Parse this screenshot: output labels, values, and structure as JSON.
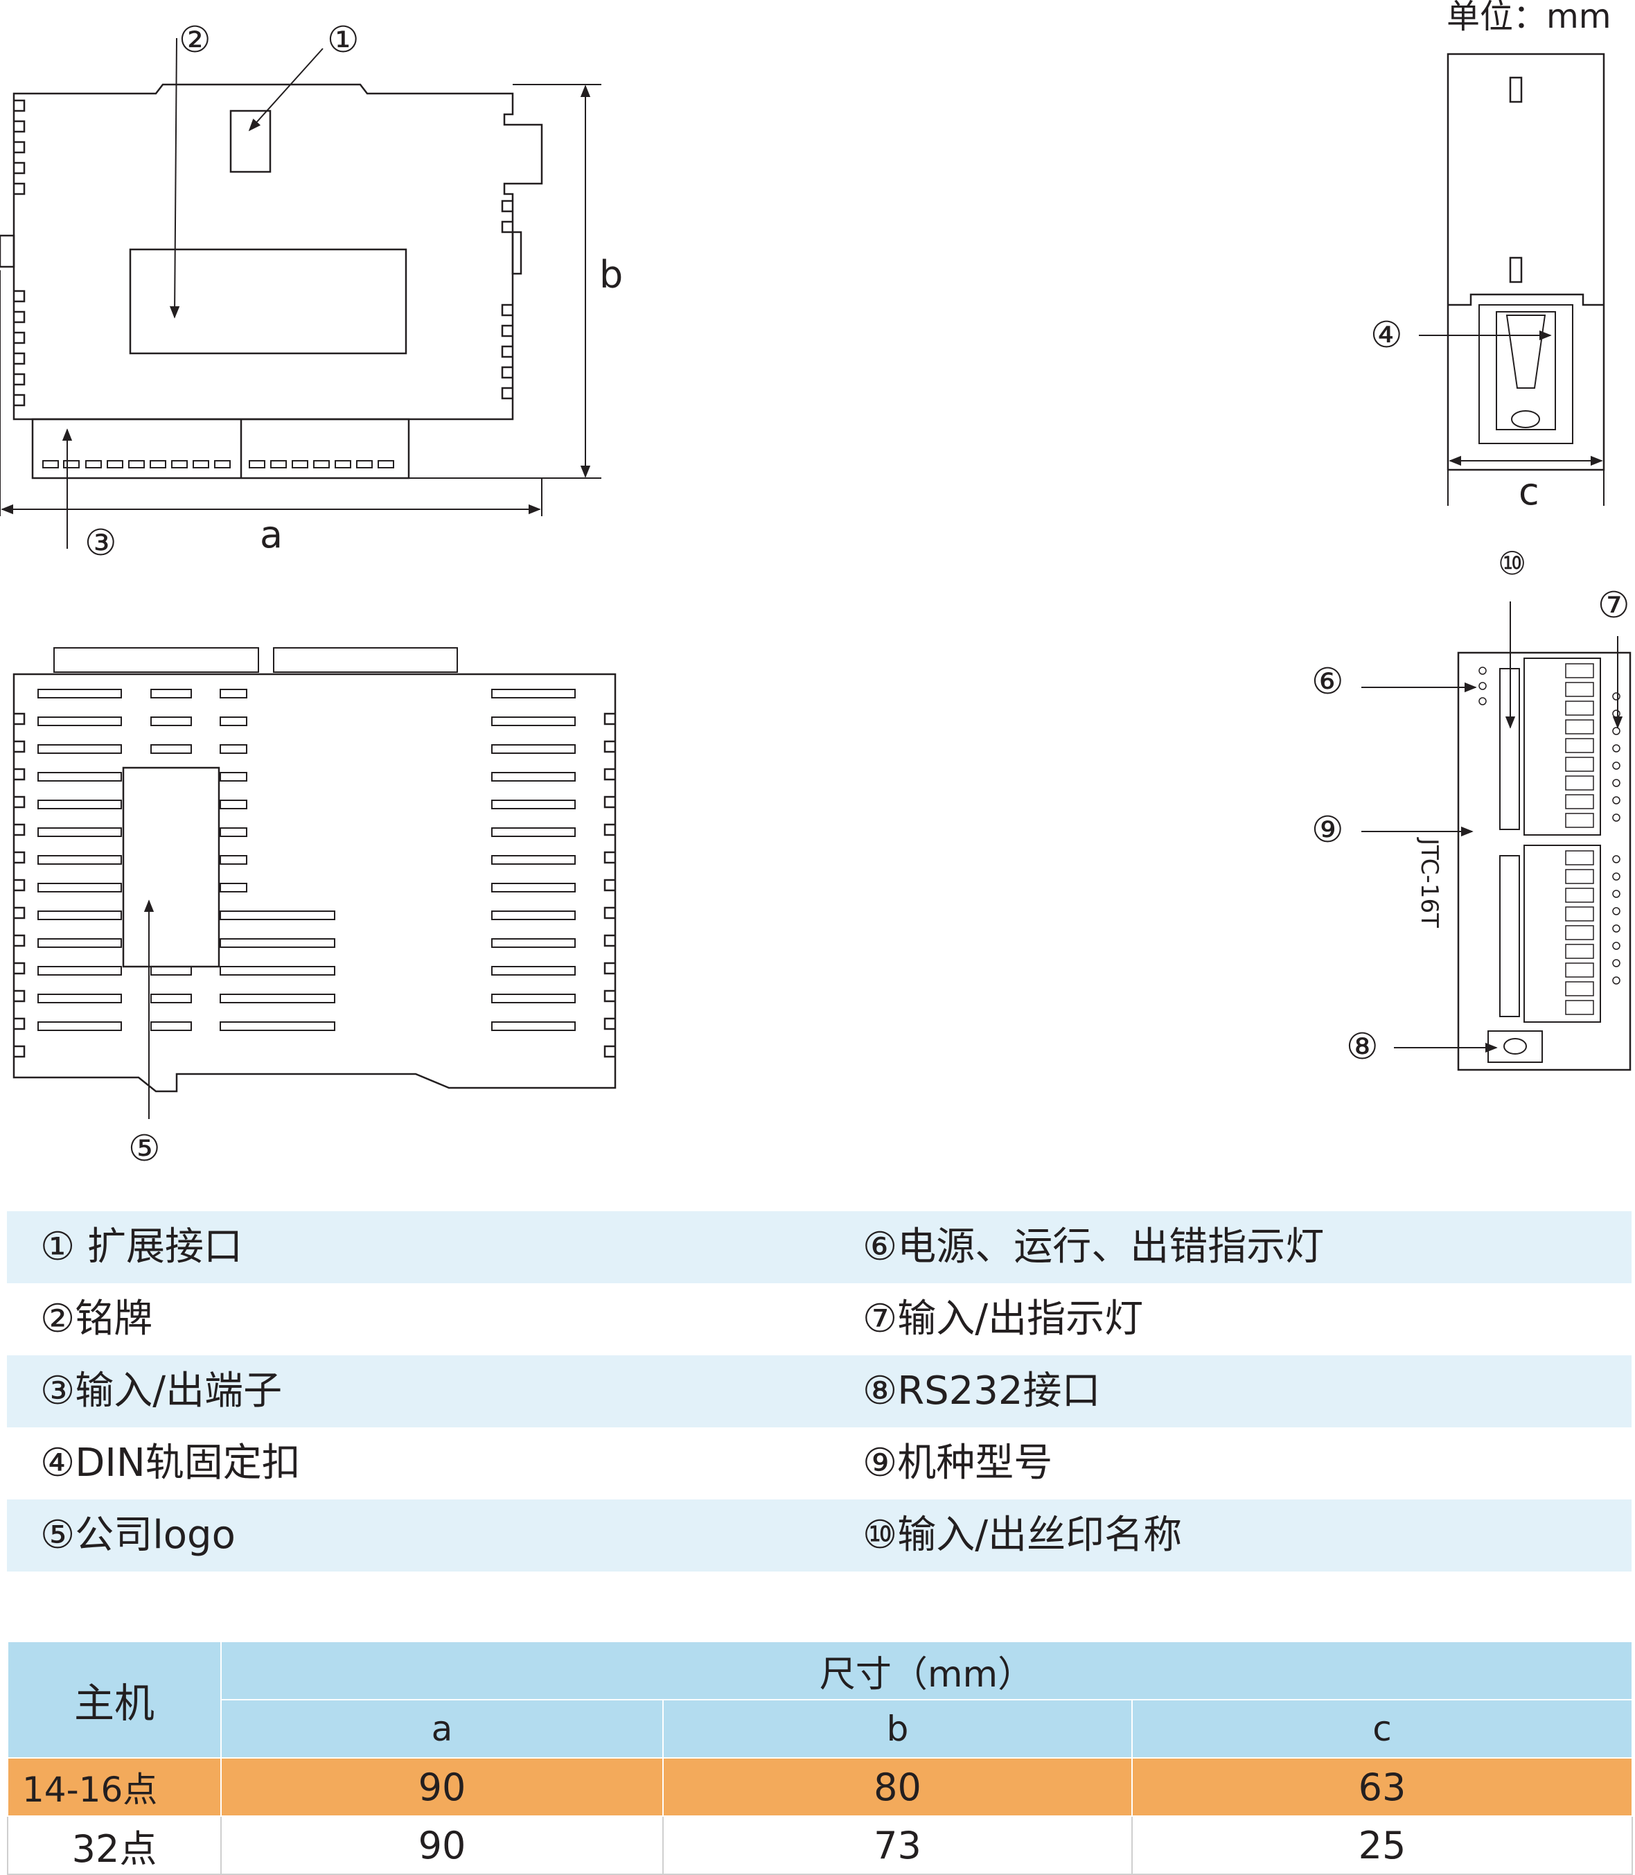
{
  "unit_label": "单位：mm",
  "dimensions": {
    "a": "a",
    "b": "b",
    "c": "c"
  },
  "callouts": {
    "n1": "①",
    "n2": "②",
    "n3": "③",
    "n4": "④",
    "n5": "⑤",
    "n6": "⑥",
    "n7": "⑦",
    "n8": "⑧",
    "n9": "⑨",
    "n10": "⑩"
  },
  "model_text": "JTC-16T",
  "legend": [
    {
      "left": "① 扩展接口",
      "right": "⑥电源、运行、出错指示灯"
    },
    {
      "left": "②铭牌",
      "right": "⑦输入/出指示灯"
    },
    {
      "left": "③输入/出端子",
      "right": "⑧RS232接口"
    },
    {
      "left": "④DIN轨固定扣",
      "right": "⑨机种型号"
    },
    {
      "left": "⑤公司logo",
      "right": "⑩输入/出丝印名称"
    }
  ],
  "table": {
    "host_header": "主机",
    "size_header": "尺寸（mm）",
    "cols": [
      "a",
      "b",
      "c"
    ],
    "rows": [
      {
        "label": "14-16点",
        "a": "90",
        "b": "80",
        "c": "63"
      },
      {
        "label": "32点",
        "a": "90",
        "b": "73",
        "c": "25"
      }
    ]
  },
  "colors": {
    "line": "#231f20",
    "legend_shade": "#e2f1f9",
    "table_header": "#b3dcef",
    "table_highlight": "#f3aa5b"
  }
}
